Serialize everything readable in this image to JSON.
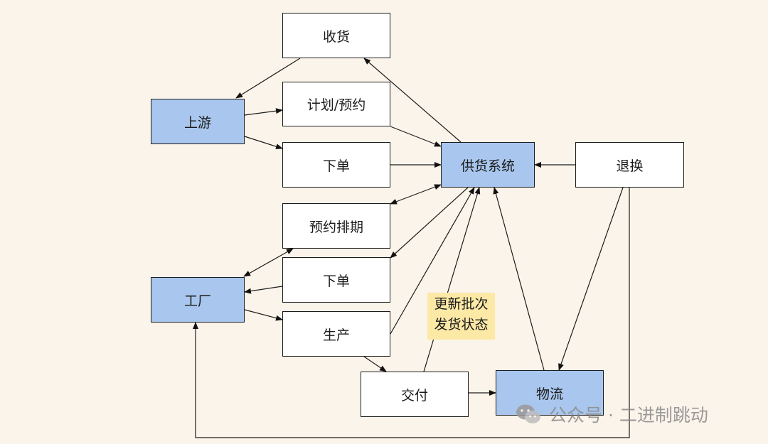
{
  "nodes": {
    "shouhuo": "收货",
    "shangyou": "上游",
    "jihua_yuyue": "计划/预约",
    "xiadan_top": "下单",
    "gonghuo_xitong": "供货系统",
    "tuihuan": "退换",
    "yuyue_paiqi": "预约排期",
    "gongchang": "工厂",
    "xiadan_mid": "下单",
    "shengchan": "生产",
    "jiaofu": "交付",
    "wuliu": "物流"
  },
  "annotation": {
    "line1": "更新批次",
    "line2": "发货状态"
  },
  "watermark": {
    "text": "公众号 · 二进制跳动",
    "icon": "wechat-icon"
  },
  "colors": {
    "background": "#fbf4ea",
    "box_white": "#ffffff",
    "box_blue": "#a9c7ee",
    "note": "#fde9a6"
  }
}
